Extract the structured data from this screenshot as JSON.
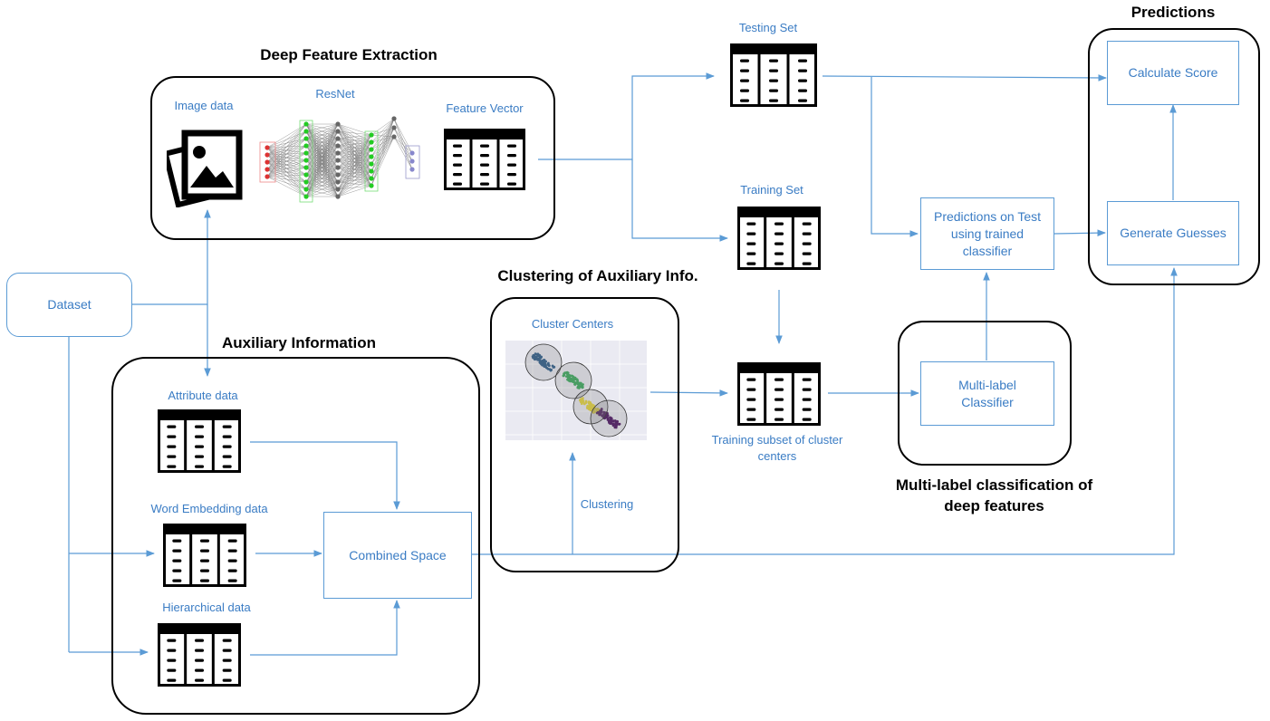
{
  "accent_color": "#5b9bd5",
  "label_color": "#3a7cc4",
  "titles": {
    "deep_feature": "Deep Feature Extraction",
    "auxiliary": "Auxiliary Information",
    "clustering": "Clustering of Auxiliary Info.",
    "multilabel": "Multi-label classification of deep features",
    "predictions": "Predictions"
  },
  "labels": {
    "image_data": "Image data",
    "resnet": "ResNet",
    "feature_vector": "Feature Vector",
    "testing_set": "Testing Set",
    "training_set": "Training Set",
    "cluster_centers": "Cluster Centers",
    "training_subset": "Training subset of cluster centers",
    "attribute_data": "Attribute data",
    "word_embedding": "Word Embedding data",
    "hierarchical": "Hierarchical data",
    "clustering": "Clustering"
  },
  "boxes": {
    "dataset": "Dataset",
    "combined_space": "Combined Space",
    "predictions_on_test": "Predictions on Test using trained classifier",
    "multilabel_classifier": "Multi-label Classifier",
    "calculate_score": "Calculate Score",
    "generate_guesses": "Generate Guesses"
  },
  "icons": {
    "image": "image-stack-icon",
    "table": "table-icon",
    "network": "neural-network-icon",
    "scatter": "cluster-scatter-plot"
  },
  "cluster_colors": [
    "#2c5c8a",
    "#3aaa5c",
    "#e6d43c",
    "#4a1060"
  ]
}
